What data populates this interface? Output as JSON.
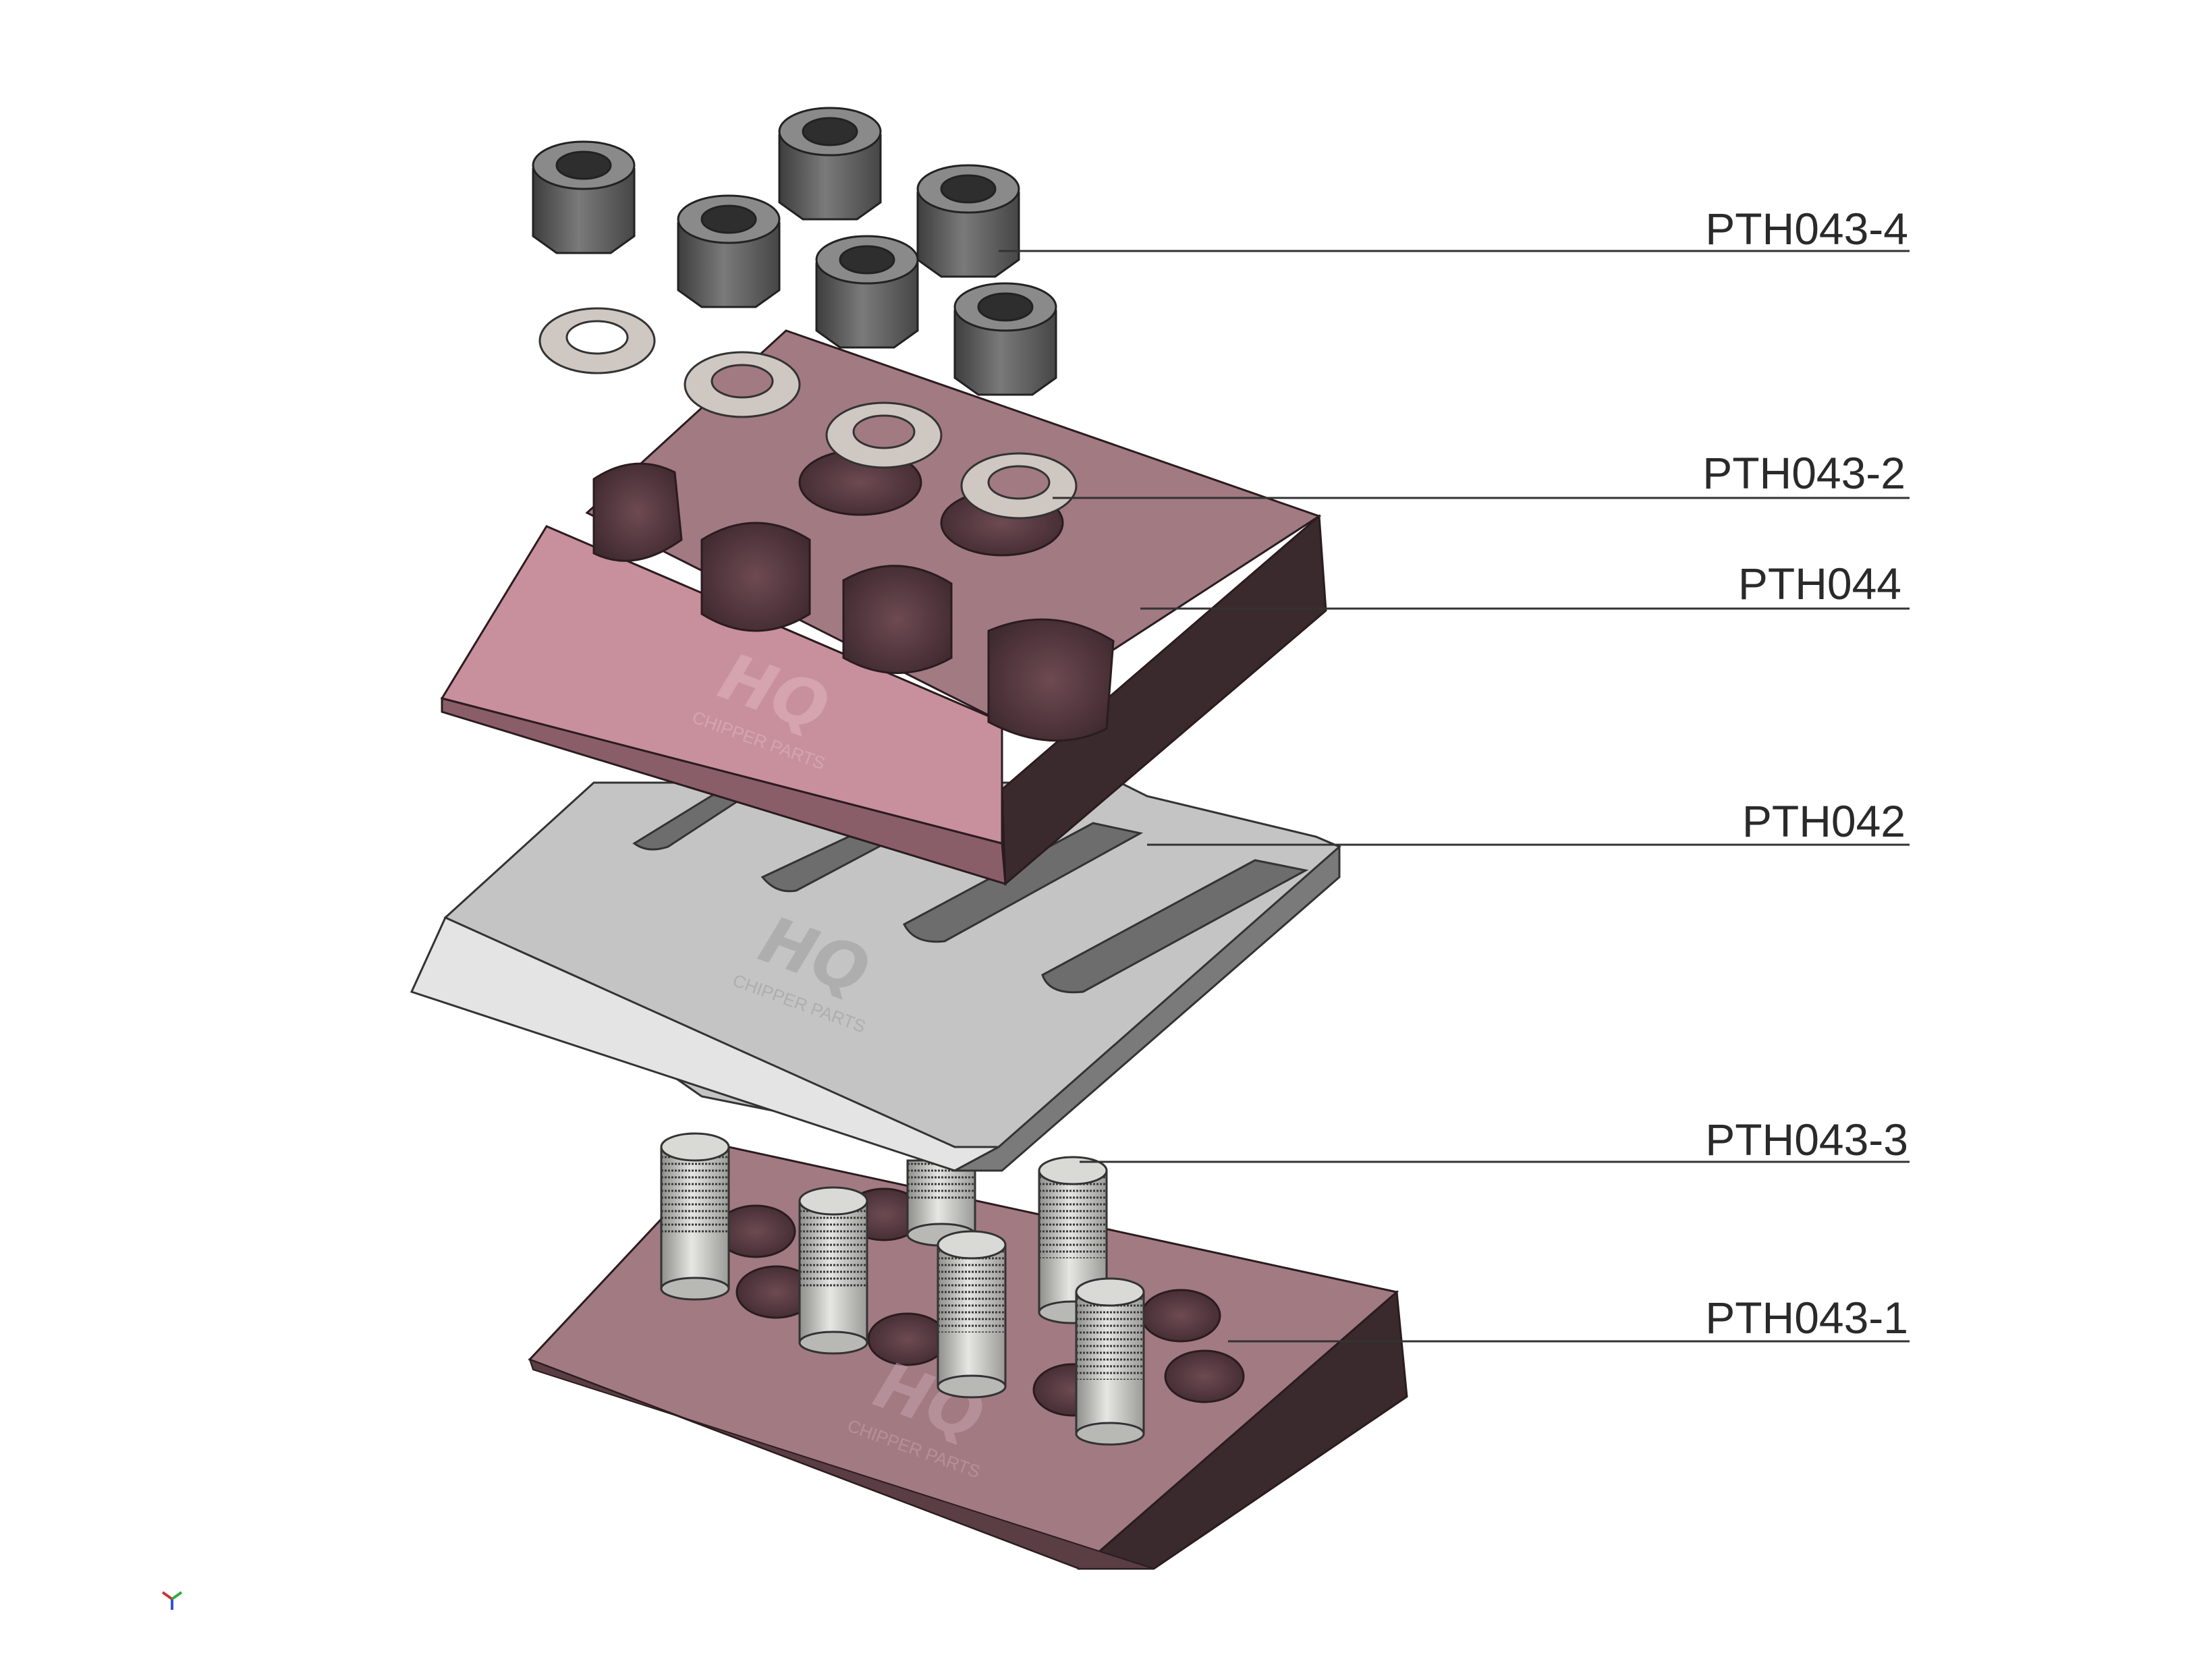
{
  "labels": {
    "nut": "PTH043-4",
    "washer": "PTH043-2",
    "clamp": "PTH044",
    "knife": "PTH042",
    "stud": "PTH043-3",
    "base": "PTH043-1"
  },
  "logo": {
    "mark": "HQ",
    "sub": "CHIPPER PARTS"
  },
  "colors": {
    "clamp_top": "#a27a82",
    "clamp_front": "#c8909c",
    "clamp_side": "#3a2a2d",
    "knife_top": "#c4c4c4",
    "knife_bevel": "#e4e4e4",
    "knife_side": "#7a7a7a",
    "base_top": "#a27a82",
    "base_side": "#3a2a2d",
    "nut": "#5a5a5a",
    "washer": "#cfc7c2",
    "stud": "#c8c8c4",
    "leader": "#333333"
  }
}
